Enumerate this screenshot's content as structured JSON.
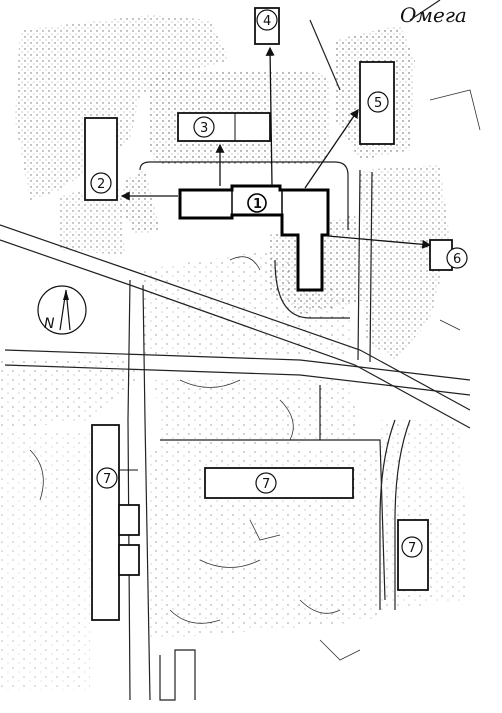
{
  "header_text": "Омега",
  "north_label": "N",
  "colors": {
    "ink": "#111111",
    "paper": "#ffffff",
    "stipple": "#555555"
  },
  "buildings": [
    {
      "id": "b1",
      "label": "1"
    },
    {
      "id": "b2",
      "label": "2"
    },
    {
      "id": "b3",
      "label": "3"
    },
    {
      "id": "b4",
      "label": "4"
    },
    {
      "id": "b5",
      "label": "5"
    },
    {
      "id": "b6",
      "label": "6"
    },
    {
      "id": "b7a",
      "label": "7"
    },
    {
      "id": "b7b",
      "label": "7"
    },
    {
      "id": "b7c",
      "label": "7"
    }
  ]
}
